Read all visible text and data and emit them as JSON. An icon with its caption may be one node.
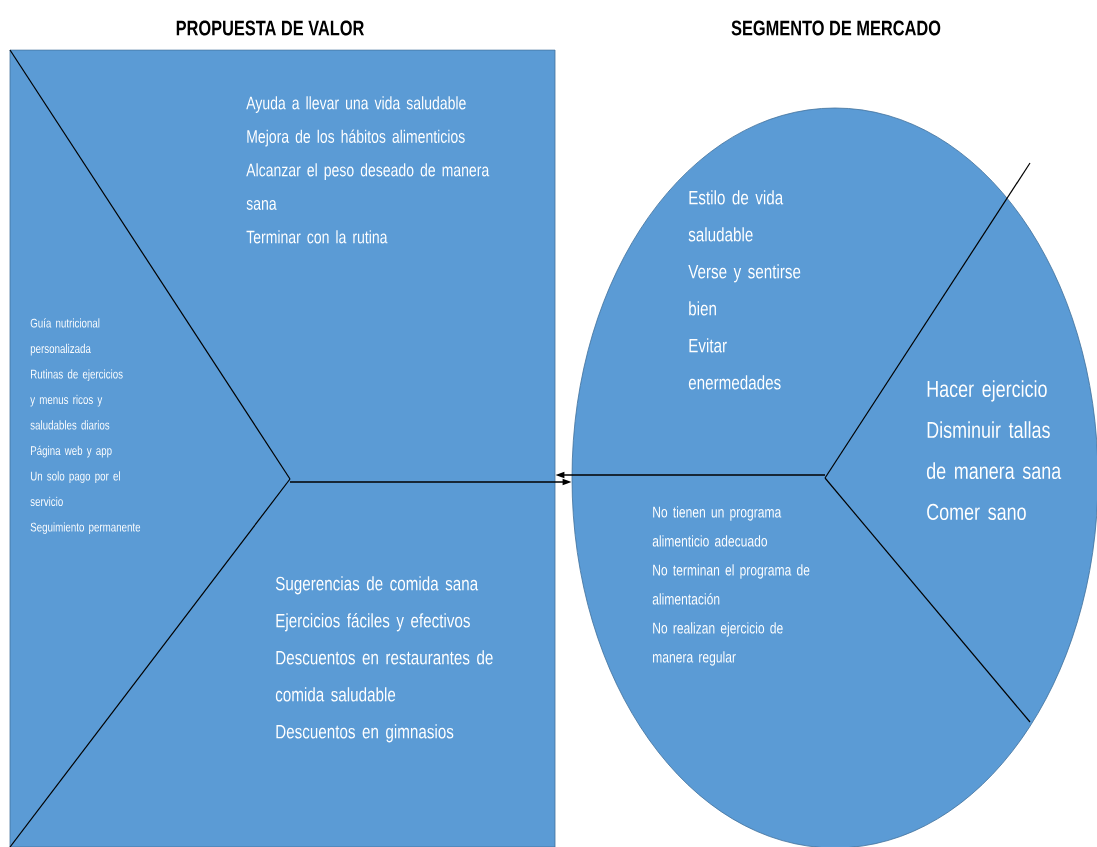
{
  "diagram": {
    "nodes": [
      {
        "text": [
          "PROPUESTA DE VALOR"
        ]
      },
      {
        "text": [
          "Ayuda a llevar una vida saludable",
          "Mejora de los hábitos alimenticios",
          "Alcanzar el peso deseado de manera sana",
          "Terminar con la rutina"
        ],
        "in": 0
      },
      {
        "text": [
          "Guía nutricional personalizada",
          "Rutinas de ejercicios y menus ricos y saludables diarios",
          "Página web y app",
          "Un solo pago por el servicio",
          "Seguimiento permanente"
        ],
        "in": 0
      },
      {
        "text": [
          "Sugerencias de comida sana",
          "Ejercicios fáciles y efectivos",
          "Descuentos en restaurantes de comida saludable",
          "Descuentos en gimnasios"
        ],
        "in": 0
      },
      {
        "text": [
          "SEGMENTO DE MERCADO"
        ]
      },
      {
        "text": [
          "Estilo de vida saludable",
          "Verse y sentirse bien",
          "Evitar enermedades"
        ],
        "in": 4
      },
      {
        "text": [
          "Hacer ejercicio",
          "Disminuir tallas de manera sana",
          "Comer sano"
        ],
        "in": 4
      },
      {
        "text": [
          "No tienen un programa alimenticio adecuado",
          "No terminan el programa de alimentación",
          "No realizan ejercicio de manera regular"
        ],
        "in": 4
      }
    ],
    "edges": [
      {
        "from": null,
        "to": 4,
        "arrow": "to"
      },
      {
        "from": null,
        "to": 0,
        "arrow": "to"
      }
    ]
  }
}
